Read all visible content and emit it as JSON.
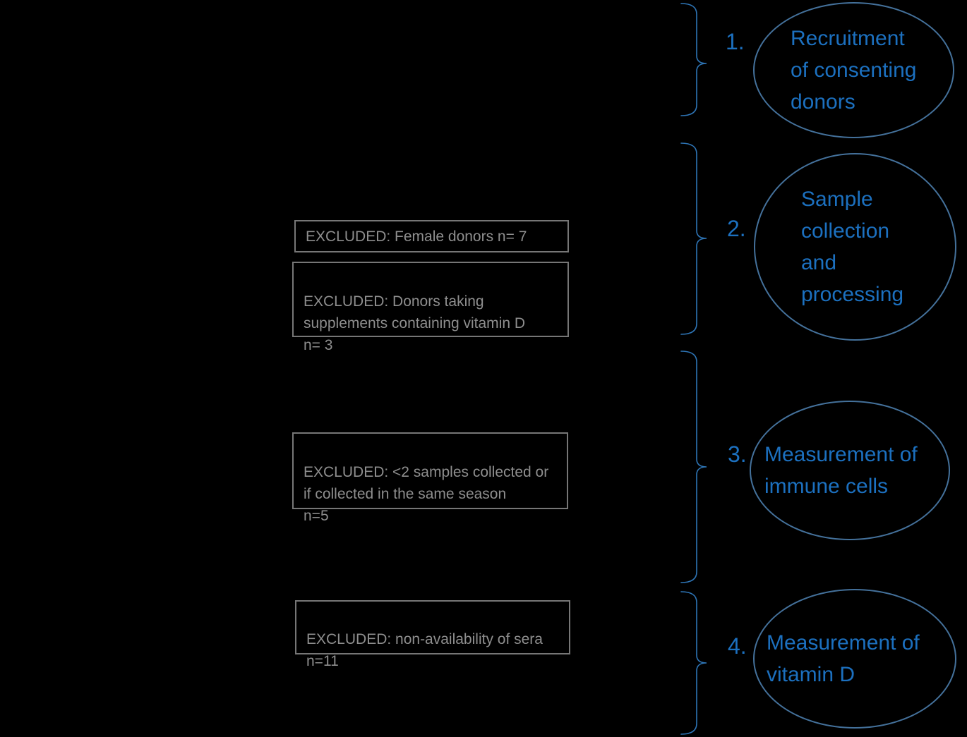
{
  "diagram": {
    "kind": "study-flowchart",
    "background": "#000000"
  },
  "exclusion_boxes": [
    {
      "text": "EXCLUDED: Female donors n= 7"
    },
    {
      "text": "EXCLUDED: Donors taking\nsupplements containing vitamin D\nn= 3"
    },
    {
      "text": "EXCLUDED: <2 samples collected or\nif collected in the same season\nn=5"
    },
    {
      "text": "EXCLUDED: non-availability of sera\nn=11"
    }
  ],
  "stages": [
    {
      "number": "1.",
      "label": "Recruitment\nof consenting\ndonors"
    },
    {
      "number": "2.",
      "label": "Sample\ncollection\nand\nprocessing"
    },
    {
      "number": "3.",
      "label": "Measurement of\nimmune cells"
    },
    {
      "number": "4.",
      "label": "Measurement of\nvitamin D"
    }
  ],
  "colors": {
    "background": "#000000",
    "box_border": "#767676",
    "box_text": "#8e8e8e",
    "ellipse_outline": "#44719B",
    "brace_stroke": "#2E75B6",
    "stage_text": "#1C70BF"
  }
}
